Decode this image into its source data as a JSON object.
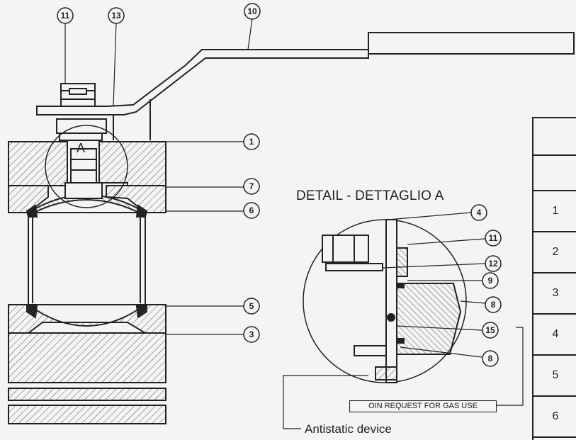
{
  "detail_title": "DETAIL - DETTAGLIO  A",
  "detail_marker": "A",
  "gas_note": "OIN REQUEST FOR GAS USE",
  "antistatic_label": "Antistatic device",
  "balloons": [
    "11",
    "13",
    "10",
    "1",
    "7",
    "6",
    "5",
    "3",
    "4",
    "11",
    "12",
    "9",
    "8",
    "15",
    "8"
  ],
  "table_rows": [
    "",
    "",
    "1",
    "2",
    "3",
    "4",
    "5",
    "6"
  ]
}
